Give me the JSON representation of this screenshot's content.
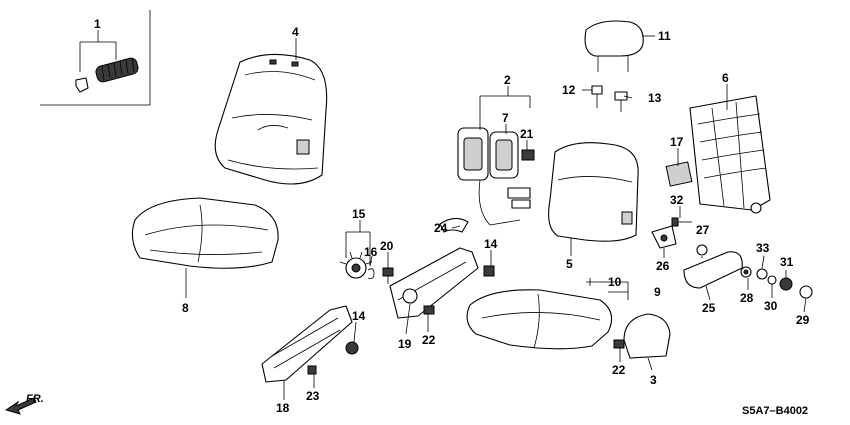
{
  "callouts": {
    "c1": "1",
    "c2": "2",
    "c3": "3",
    "c4": "4",
    "c5": "5",
    "c6": "6",
    "c7": "7",
    "c8": "8",
    "c9": "9",
    "c10": "10",
    "c11": "11",
    "c12": "12",
    "c13": "13",
    "c14a": "14",
    "c14b": "14",
    "c15": "15",
    "c16": "16",
    "c17": "17",
    "c18": "18",
    "c19": "19",
    "c20": "20",
    "c21": "21",
    "c22a": "22",
    "c22b": "22",
    "c23": "23",
    "c24": "24",
    "c25": "25",
    "c26": "26",
    "c27": "27",
    "c28": "28",
    "c29": "29",
    "c30": "30",
    "c31": "31",
    "c32": "32",
    "c33": "33"
  },
  "diagram_code": "S5A7–B4002",
  "front_arrow_label": "FR."
}
